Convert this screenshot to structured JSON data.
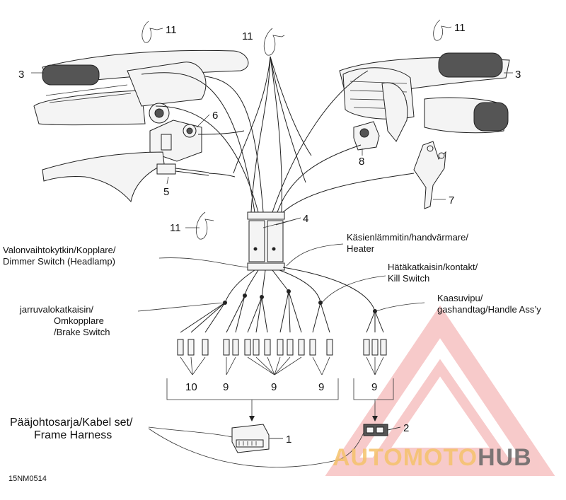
{
  "callouts": {
    "n11": "11",
    "n3": "3",
    "n6": "6",
    "n8": "8",
    "n5": "5",
    "n7": "7",
    "n4": "4",
    "n10": "10",
    "n9": "9",
    "n1": "1",
    "n2": "2"
  },
  "labels": {
    "heater_l1": "Käsienlämmitin/handvärmare/",
    "heater_l2": "Heater",
    "dimmer_l1": "Valonvaihtokytkin/Kopplare/",
    "dimmer_l2": "Dimmer Switch (Headlamp)",
    "kill_l1": "Hätäkatkaisin/kontakt/",
    "kill_l2": "Kill Switch",
    "brake_l1": "jarruvalokatkaisin/",
    "brake_l2": "Omkopplare",
    "brake_l3": "/Brake Switch",
    "throttle_l1": "Kaasuvipu/",
    "throttle_l2": "gashandtag/Handle Ass’y",
    "frame_l1": "Pääjohtosarja/Kabel set/",
    "frame_l2": "Frame Harness"
  },
  "figure_code": "15NM0514",
  "watermark": {
    "brand_a": "AUTOMOTO",
    "brand_b": "HUB",
    "color_light": "#f2a0a0",
    "color_gold": "#f5c26b",
    "color_dark": "#666666"
  }
}
